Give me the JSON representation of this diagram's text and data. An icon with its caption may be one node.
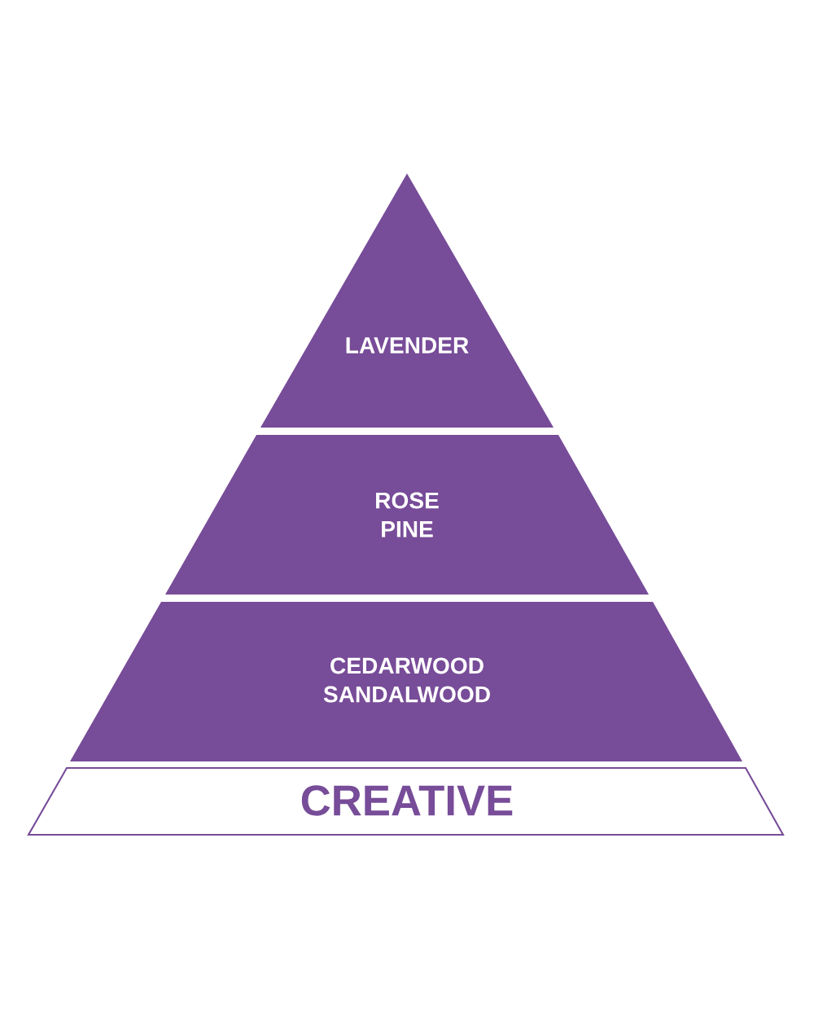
{
  "diagram": {
    "nodes": [
      {
        "text": [
          "LAVENDER"
        ]
      },
      {
        "text": [
          "ROSE PINE"
        ]
      },
      {
        "text": [
          "CEDARWOOD SANDALWOOD"
        ]
      },
      {
        "text": [
          "CREATIVE"
        ]
      }
    ]
  }
}
